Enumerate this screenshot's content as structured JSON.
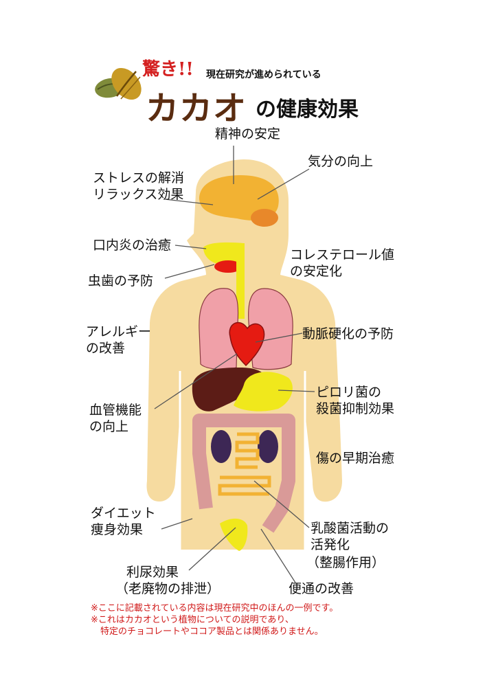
{
  "title": {
    "amazing": "驚き!!",
    "sub": "現在研究が進められている",
    "main": "カカオ",
    "rest": "の健康効果"
  },
  "labels": {
    "mental": "精神の安定",
    "mood": "気分の向上",
    "stress1": "ストレスの解消",
    "stress2": "リラックス効果",
    "stomatitis": "口内炎の治癒",
    "cavity": "虫歯の予防",
    "cholesterol1": "コレステロール値",
    "cholesterol2": "の安定化",
    "allergy1": "アレルギー",
    "allergy2": "の改善",
    "arterio": "動脈硬化の予防",
    "pylori1": "ピロリ菌の",
    "pylori2": "殺菌抑制効果",
    "vascular1": "血管機能",
    "vascular2": "の向上",
    "wound": "傷の早期治癒",
    "diet1": "ダイエット",
    "diet2": "痩身効果",
    "lactic1": "乳酸菌活動の",
    "lactic2": "活発化",
    "lactic3": "（整腸作用）",
    "diuretic1": "利尿効果",
    "diuretic2": "（老廃物の排泄）",
    "bowel": "便通の改善"
  },
  "notes": {
    "line1": "※ここに記載されている内容は現在研究中のほんの一例です。",
    "line2": "※これはカカオという植物についての説明であり、",
    "line3": "特定のチョコレートやココア製品とは関係ありません。"
  },
  "icons": [
    "cacao-pod-icon"
  ],
  "colors": {
    "skin": "#f6dba0",
    "brain": "#f2b233",
    "lung": "#f0a0a8",
    "heart": "#e51b12",
    "liver": "#5c1c16",
    "stomach": "#f0e81c",
    "intestine": "#d99a98",
    "kidney": "#3d2755",
    "title": "#5a2c10",
    "note": "#d01818"
  }
}
